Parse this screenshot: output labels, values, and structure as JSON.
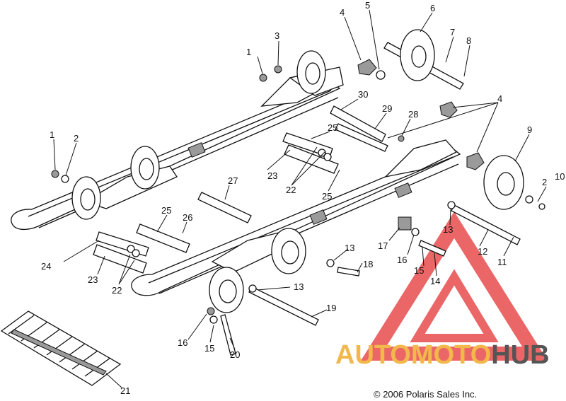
{
  "callouts": {
    "c1a": "1",
    "c3": "3",
    "c4a": "4",
    "c5": "5",
    "c6": "6",
    "c7": "7",
    "c8": "8",
    "c30": "30",
    "c29": "29",
    "c28": "28",
    "c4b": "4",
    "c9": "9",
    "c1b": "1",
    "c2a": "2",
    "c25a": "25",
    "c23a": "23",
    "c22a": "22",
    "c25b": "25",
    "c27": "27",
    "c2b": "2",
    "c10": "10",
    "c13a": "13",
    "c12": "12",
    "c11": "11",
    "c25c": "25",
    "c26": "26",
    "c24": "24",
    "c23b": "23",
    "c22b": "22",
    "c17": "17",
    "c16a": "16",
    "c15a": "15",
    "c14": "14",
    "c13b": "13",
    "c18": "18",
    "c13c": "13",
    "c19": "19",
    "c16b": "16",
    "c15b": "15",
    "c20": "20",
    "c21": "21"
  },
  "watermark": {
    "part_a": "AUTOMOTO",
    "part_b": "HUB"
  },
  "copyright": "© 2006 Polaris Sales Inc.",
  "colors": {
    "watermark_red": "#e84c4c",
    "watermark_orange": "#f2b84b",
    "watermark_gray": "#555555"
  }
}
